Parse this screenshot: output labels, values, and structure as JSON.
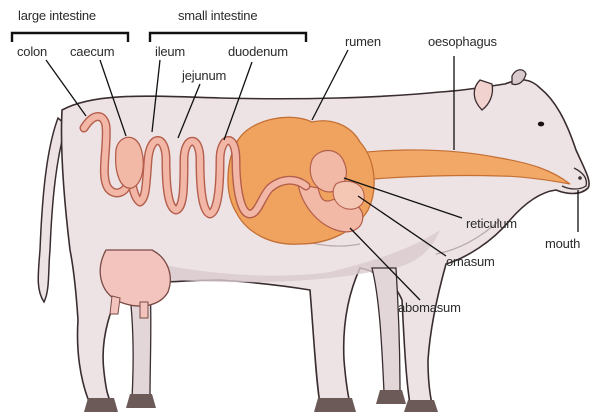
{
  "labels": {
    "large_intestine": "large intestine",
    "small_intestine": "small intestine",
    "colon": "colon",
    "caecum": "caecum",
    "ileum": "ileum",
    "jejunum": "jejunum",
    "duodenum": "duodenum",
    "rumen": "rumen",
    "oesophagus": "oesophagus",
    "reticulum": "reticulum",
    "omasum": "omasum",
    "abomasum": "abomasum",
    "mouth": "mouth"
  },
  "colors": {
    "body": "#ede3e5",
    "body_shade": "#d9cacd",
    "outline": "#3a2d2f",
    "hoof": "#6b5a58",
    "udder": "#f2c4bd",
    "rumen": "#f0a35e",
    "oesophagus": "#f2a866",
    "intestine": "#f2b7a6",
    "intestine_edge": "#b45e4c",
    "stomach_pink": "#f1b9a6"
  }
}
